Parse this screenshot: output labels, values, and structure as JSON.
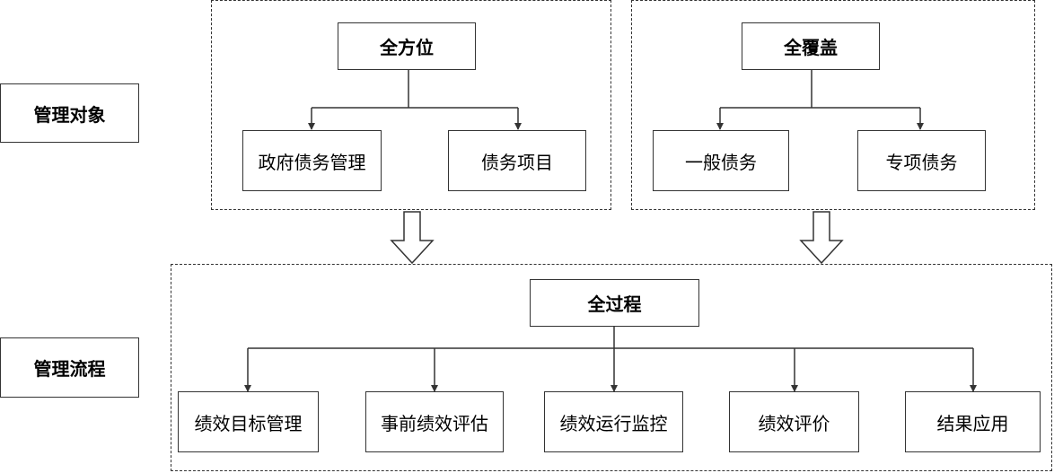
{
  "diagram": {
    "row_labels": {
      "objects": "管理对象",
      "process": "管理流程"
    },
    "objects": {
      "left_group": {
        "title": "全方位",
        "children": [
          "政府债务管理",
          "债务项目"
        ]
      },
      "right_group": {
        "title": "全覆盖",
        "children": [
          "一般债务",
          "专项债务"
        ]
      }
    },
    "process": {
      "title": "全过程",
      "steps": [
        "绩效目标管理",
        "事前绩效评估",
        "绩效运行监控",
        "绩效评价",
        "结果应用"
      ]
    }
  },
  "colors": {
    "line": "#333333",
    "background": "#ffffff",
    "text": "#000000"
  }
}
